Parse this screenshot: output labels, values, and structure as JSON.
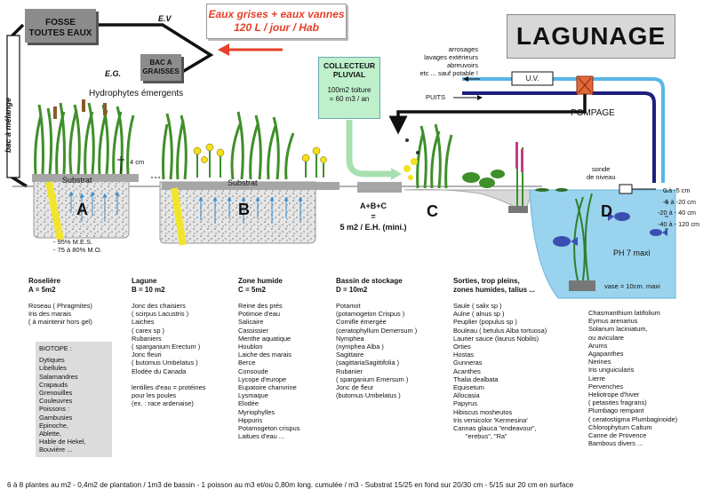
{
  "header": {
    "fosse": [
      "FOSSE",
      "TOUTES EAUX"
    ],
    "bac_graisses": [
      "BAC A",
      "GRAISSES"
    ],
    "ev": "E.V",
    "eg": "E.G.",
    "eaux": [
      "Eaux grises + eaux vannes",
      "120 L / jour / Hab"
    ],
    "title": "LAGUNAGE"
  },
  "collecteur": {
    "title": [
      "COLLECTEUR",
      "PLUVIAL"
    ],
    "detail": [
      "100m2 toiture",
      "= 60 m3 / an"
    ]
  },
  "outputs": {
    "lines": [
      "arrosages",
      "lavages extérieurs",
      "abreuvoirs",
      "etc ... sauf potable !"
    ],
    "uv": "U.V.",
    "puits": "PUITS",
    "pompage": "POMPAGE"
  },
  "diagram": {
    "hydrophytes": "Hydrophytes émergents",
    "bac_melange": "bac à mélange",
    "cm4": "4 cm",
    "substrat_a": "Substrat",
    "substrat_b": "Substrat",
    "letter_a": "A",
    "letter_b": "B",
    "letter_c": "C",
    "letter_d": "D",
    "mes": "- 95% M.E.S.",
    "mo": "- 75 à 80% M.O.",
    "formula": [
      "A+B+C",
      "=",
      "5 m2 / E.H. (mini.)"
    ],
    "sonde": [
      "sonde",
      "de niveau"
    ],
    "depths": [
      "0 à -5 cm",
      "-5 à -20 cm",
      "-20 à - 40 cm",
      "-40 à - 120 cm"
    ],
    "ph": "PH 7 maxi",
    "vase": "vase = 10cm. maxi"
  },
  "columns": {
    "roseliere": {
      "head": [
        "Roselière",
        "A = 5m2"
      ],
      "items": [
        "Roseau ( Phragmites)",
        "Iris des marais",
        "( à maintenir hors gel)"
      ]
    },
    "biotope": {
      "head": "BIOTOPE :",
      "items": [
        "Dytiques",
        "Libellules",
        "Salamandres",
        "Crapauds",
        "Grenouilles",
        "Couleuvres",
        "Poissons :",
        "Gambusies",
        "Epinoche,",
        "Ablette,",
        "Hable de Hekel,",
        "Bouvière ..."
      ]
    },
    "lagune": {
      "head": [
        "Lagune",
        "B = 10 m2"
      ],
      "items": [
        "Jonc des chaisiers",
        "( scirpus Lacustris )",
        "Laiches",
        "( carex sp )",
        "Rubaniers",
        "( sparganium Erectum )",
        "Jonc fleuri",
        "( butomus Umbelatus )",
        "Elodée du Canada",
        "",
        "lentilles d'eau = protéines",
        "pour les poules",
        "(ex. : race ardenaise)"
      ]
    },
    "zone": {
      "head": [
        "Zone humide",
        "C = 5m2"
      ],
      "items": [
        "Reine des prés",
        "Potimoe d'eau",
        "Salicaire",
        "Cassissier",
        "Menthe aquatique",
        "Houblon",
        "Laiche des marais",
        "Berce",
        "Consoude",
        "Lycope d'europe",
        "Eupatoire chanvrine",
        "Lysmaque",
        "Elodée",
        "Myriophylles",
        "Hippuris",
        "Potamogeton crispus",
        "Laitues d'eau ..."
      ]
    },
    "bassin": {
      "head": [
        "Bassin de stockage",
        "D = 10m2"
      ],
      "items": [
        "Potamot",
        "(potamogeton Crispus )",
        "Cornifle émergée",
        "(ceratophyllum Demersum )",
        "Nymphea",
        "(nymphea Alba )",
        "Sagittaire",
        "(sagittariaSagittifolia )",
        "Rubanier",
        "( sparganium Emersum )",
        "Jonc de fleur",
        "(butomus Umbelatus )"
      ]
    },
    "sorties": {
      "head": [
        "Sorties, trop pleins,",
        "zones humides, talius ..."
      ],
      "items": [
        "Saule ( salix sp )",
        "Aulne ( alnus  sp )",
        "Peuplier (populus sp )",
        "Bouleau ( betulus Alba tortuosa)",
        "Laurier sauce (laurus Nobilis)",
        "Orties",
        "Hostas",
        "Gunneras",
        "Acanthes",
        "Thalia dealbata",
        "Equisetum",
        "Allocasia",
        "Papyrus",
        "Hibiscus mosheutos",
        "Iris versicolor 'Kermesina'",
        "Cannas glauca \"endeavour\",",
        "\"erebus\", \"Ra\""
      ]
    },
    "extra": {
      "items": [
        "Chasmanthium latifolium",
        "Eymus arenarius",
        "Solanum laciniatum,",
        "ou aviculare",
        "Arums",
        "Agapanthes",
        "Nerines",
        "Iris unguicularis",
        "Lierre",
        "Pervenches",
        "Heliotrope d'hiver",
        "( petasites fragrans)",
        "Plumbago rempant",
        "( ceratostigma Plumbaginoide)",
        "Chlorophytum Caltum",
        "Canne de Provence",
        "Bambous divers ..."
      ]
    }
  },
  "footer": "6 à 8 plantes au m2 -  0,4m2 de plantation / 1m3 de bassin  - 1 poisson au m3 et/ou 0,80m long. cumulée / m3  -  Substrat 15/25 en fond sur 20/30 cm  -  5/15 sur 20 cm en surface",
  "colors": {
    "arrow_red": "#e8402a",
    "water_blue": "#9ad3ee",
    "green_arrow": "#a8e0b0",
    "gray_box": "#8c8c8c",
    "blue_pipe": "#2a7fb8",
    "navy_pipe": "#1c1f7a"
  }
}
